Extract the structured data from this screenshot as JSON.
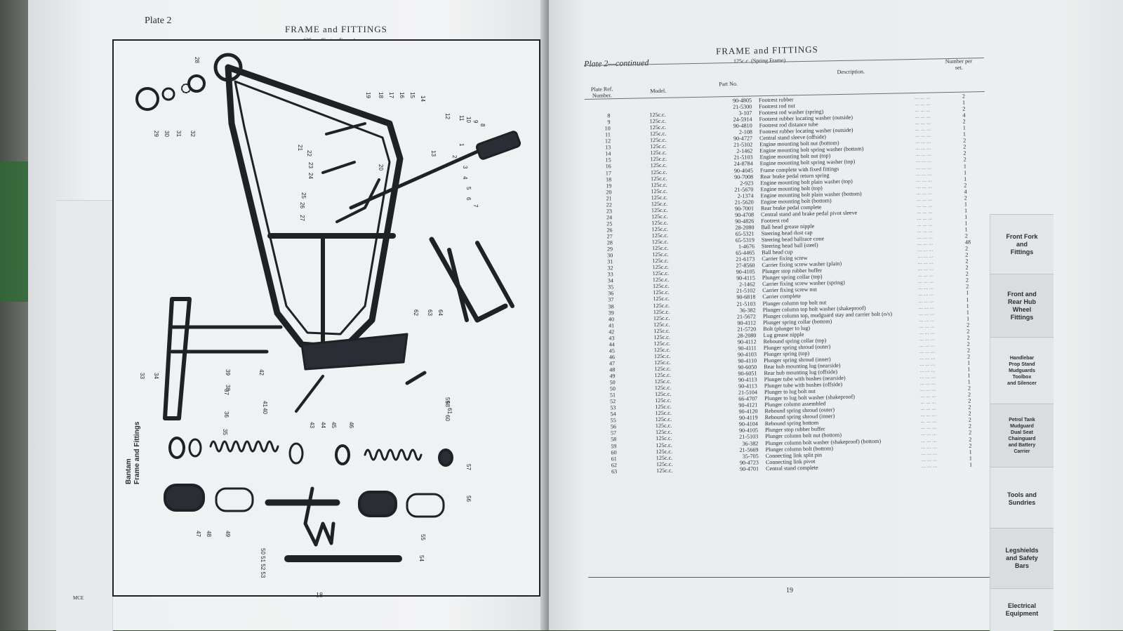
{
  "left_page": {
    "plate": "Plate 2",
    "title": "FRAME and FITTINGS",
    "subtitle": "125c.c. (Spring Frame)",
    "side_label": "Bantam\nFrame and Fittings",
    "page_number": "18",
    "stamp": "MCE",
    "callouts": [
      "1",
      "2",
      "3",
      "4",
      "5",
      "6",
      "7",
      "8",
      "9",
      "10",
      "11",
      "12",
      "13",
      "14",
      "15",
      "16",
      "17",
      "18",
      "19",
      "20",
      "21",
      "22",
      "23",
      "24",
      "25",
      "26",
      "27",
      "28",
      "29",
      "30",
      "31",
      "32",
      "33",
      "34",
      "35",
      "36",
      "37",
      "38",
      "39",
      "40",
      "41",
      "42",
      "43",
      "44",
      "45",
      "46",
      "47",
      "48",
      "49",
      "50 51 52 53",
      "54",
      "55",
      "56",
      "57",
      "58",
      "59",
      "60",
      "61",
      "62",
      "63",
      "64"
    ]
  },
  "right_page": {
    "plate": "Plate 2—continued",
    "title": "FRAME and FITTINGS",
    "subtitle": "125c.c. (Spring Frame)",
    "headers": {
      "ref": "Plate Ref. Number.",
      "model": "Model.",
      "part": "Part No.",
      "desc": "Description.",
      "num": "Number per set."
    },
    "page_number": "19",
    "rows": [
      {
        "ref": "",
        "model": "",
        "part": "90-4805",
        "desc": "Footrest rubber",
        "num": "2"
      },
      {
        "ref": "",
        "model": "",
        "part": "21-5300",
        "desc": "Footrest rod nut",
        "num": "1"
      },
      {
        "ref": "8",
        "model": "125c.c.",
        "part": "3-107",
        "desc": "Footrest rod washer (spring)",
        "num": "2"
      },
      {
        "ref": "9",
        "model": "125c.c.",
        "part": "24-5914",
        "desc": "Footrest rubber locating washer (outside)",
        "num": "4"
      },
      {
        "ref": "10",
        "model": "125c.c.",
        "part": "90-4810",
        "desc": "Footrest rod distance tube",
        "num": "2"
      },
      {
        "ref": "11",
        "model": "125c.c.",
        "part": "2-108",
        "desc": "Footrest rubber locating washer (outside)",
        "num": "1"
      },
      {
        "ref": "12",
        "model": "125c.c.",
        "part": "90-4727",
        "desc": "Central stand sleeve (offside)",
        "num": "1"
      },
      {
        "ref": "13",
        "model": "125c.c.",
        "part": "21-5102",
        "desc": "Engine mounting bolt nut (bottom)",
        "num": "2"
      },
      {
        "ref": "14",
        "model": "125c.c.",
        "part": "2-1462",
        "desc": "Engine mounting bolt spring washer (bottom)",
        "num": "2"
      },
      {
        "ref": "15",
        "model": "125c.c.",
        "part": "21-5103",
        "desc": "Engine mounting bolt nut (top)",
        "num": "2"
      },
      {
        "ref": "16",
        "model": "125c.c.",
        "part": "24-8784",
        "desc": "Engine mounting bolt spring washer (top)",
        "num": "2"
      },
      {
        "ref": "17",
        "model": "125c.c.",
        "part": "90-4045",
        "desc": "Frame complete with fixed fittings",
        "num": "1"
      },
      {
        "ref": "18",
        "model": "125c.c.",
        "part": "90-7008",
        "desc": "Rear brake pedal return spring",
        "num": "1"
      },
      {
        "ref": "19",
        "model": "125c.c.",
        "part": "2-923",
        "desc": "Engine mounting bolt plain washer (top)",
        "num": "1"
      },
      {
        "ref": "20",
        "model": "125c.c.",
        "part": "21-5670",
        "desc": "Engine mounting bolt (top)",
        "num": "2"
      },
      {
        "ref": "21",
        "model": "125c.c.",
        "part": "2-1374",
        "desc": "Engine mounting bolt plain washer (bottom)",
        "num": "4"
      },
      {
        "ref": "22",
        "model": "125c.c.",
        "part": "21-5620",
        "desc": "Engine mounting bolt (bottom)",
        "num": "2"
      },
      {
        "ref": "23",
        "model": "125c.c.",
        "part": "90-7001",
        "desc": "Rear brake pedal complete",
        "num": "1"
      },
      {
        "ref": "24",
        "model": "125c.c.",
        "part": "90-4708",
        "desc": "Central stand and brake pedal pivot sleeve",
        "num": "1"
      },
      {
        "ref": "25",
        "model": "125c.c.",
        "part": "90-4826",
        "desc": "Footrest rod",
        "num": "1"
      },
      {
        "ref": "26",
        "model": "125c.c.",
        "part": "28-2080",
        "desc": "Ball head grease nipple",
        "num": "1"
      },
      {
        "ref": "27",
        "model": "125c.c.",
        "part": "65-5321",
        "desc": "Steering head dust cap",
        "num": "1"
      },
      {
        "ref": "28",
        "model": "125c.c.",
        "part": "65-5319",
        "desc": "Steering head ballrace cone",
        "num": "2"
      },
      {
        "ref": "29",
        "model": "125c.c.",
        "part": "1-4676",
        "desc": "Steering head ball (steel)",
        "num": "48"
      },
      {
        "ref": "30",
        "model": "125c.c.",
        "part": "65-4465",
        "desc": "Ball head cup",
        "num": "2"
      },
      {
        "ref": "31",
        "model": "125c.c.",
        "part": "21-6173",
        "desc": "Carrier fixing screw",
        "num": "2"
      },
      {
        "ref": "32",
        "model": "125c.c.",
        "part": "27-8560",
        "desc": "Carrier fixing screw washer (plain)",
        "num": "2"
      },
      {
        "ref": "33",
        "model": "125c.c.",
        "part": "90-4105",
        "desc": "Plunger stop rubber buffer",
        "num": "2"
      },
      {
        "ref": "34",
        "model": "125c.c.",
        "part": "90-4115",
        "desc": "Plunger spring collar (top)",
        "num": "2"
      },
      {
        "ref": "35",
        "model": "125c.c.",
        "part": "2-1462",
        "desc": "Carrier fixing screw washer (spring)",
        "num": "2"
      },
      {
        "ref": "36",
        "model": "125c.c.",
        "part": "21-5102",
        "desc": "Carrier fixing screw nut",
        "num": "2"
      },
      {
        "ref": "37",
        "model": "125c.c.",
        "part": "90-6818",
        "desc": "Carrier complete",
        "num": "1"
      },
      {
        "ref": "38",
        "model": "125c.c.",
        "part": "21-5103",
        "desc": "Plunger column top bolt nut",
        "num": "1"
      },
      {
        "ref": "39",
        "model": "125c.c.",
        "part": "36-382",
        "desc": "Plunger column top bolt washer (shakeproof)",
        "num": "1"
      },
      {
        "ref": "40",
        "model": "125c.c.",
        "part": "21-5672",
        "desc": "Plunger column top, mudguard stay and carrier bolt (o/s)",
        "num": "1"
      },
      {
        "ref": "41",
        "model": "125c.c.",
        "part": "90-4112",
        "desc": "Plunger spring collar (bottom)",
        "num": "1"
      },
      {
        "ref": "42",
        "model": "125c.c.",
        "part": "21-5720",
        "desc": "Bolt (plunger to lug)",
        "num": "2"
      },
      {
        "ref": "43",
        "model": "125c.c.",
        "part": "28-2080",
        "desc": "Lug grease nipple",
        "num": "2"
      },
      {
        "ref": "44",
        "model": "125c.c.",
        "part": "90-4112",
        "desc": "Rebound spring collar (top)",
        "num": "2"
      },
      {
        "ref": "45",
        "model": "125c.c.",
        "part": "90-4111",
        "desc": "Plunger spring shroud (outer)",
        "num": "2"
      },
      {
        "ref": "46",
        "model": "125c.c.",
        "part": "90-4103",
        "desc": "Plunger spring (top)",
        "num": "2"
      },
      {
        "ref": "47",
        "model": "125c.c.",
        "part": "90-4110",
        "desc": "Plunger spring shroud (inner)",
        "num": "2"
      },
      {
        "ref": "48",
        "model": "125c.c.",
        "part": "90-6050",
        "desc": "Rear hub mounting lug (nearside)",
        "num": "1"
      },
      {
        "ref": "49",
        "model": "125c.c.",
        "part": "90-6051",
        "desc": "Rear hub mounting lug (offside)",
        "num": "1"
      },
      {
        "ref": "50",
        "model": "125c.c.",
        "part": "90-4113",
        "desc": "Plunger tube with bushes (nearside)",
        "num": "1"
      },
      {
        "ref": "50",
        "model": "125c.c.",
        "part": "90-4113",
        "desc": "Plunger tube with bushes (offside)",
        "num": "1"
      },
      {
        "ref": "51",
        "model": "125c.c.",
        "part": "21-5104",
        "desc": "Plunger to lug bolt nut",
        "num": "2"
      },
      {
        "ref": "52",
        "model": "125c.c.",
        "part": "66-4707",
        "desc": "Plunger to lug bolt washer (shakeproof)",
        "num": "2"
      },
      {
        "ref": "53",
        "model": "125c.c.",
        "part": "90-4121",
        "desc": "Plunger column assembled",
        "num": "2"
      },
      {
        "ref": "54",
        "model": "125c.c.",
        "part": "90-4120",
        "desc": "Rebound spring shroud (outer)",
        "num": "2"
      },
      {
        "ref": "55",
        "model": "125c.c.",
        "part": "90-4119",
        "desc": "Rebound spring shroud (inner)",
        "num": "2"
      },
      {
        "ref": "56",
        "model": "125c.c.",
        "part": "90-4104",
        "desc": "Rebound spring bottom",
        "num": "2"
      },
      {
        "ref": "57",
        "model": "125c.c.",
        "part": "90-4105",
        "desc": "Plunger stop rubber buffer",
        "num": "2"
      },
      {
        "ref": "58",
        "model": "125c.c.",
        "part": "21-5103",
        "desc": "Plunger column bolt nut (bottom)",
        "num": "2"
      },
      {
        "ref": "59",
        "model": "125c.c.",
        "part": "36-382",
        "desc": "Plunger column bolt washer (shakeproof) (bottom)",
        "num": "2"
      },
      {
        "ref": "60",
        "model": "125c.c.",
        "part": "21-5669",
        "desc": "Plunger column bolt (bottom)",
        "num": "2"
      },
      {
        "ref": "61",
        "model": "125c.c.",
        "part": "35-705",
        "desc": "Connecting link split pin",
        "num": "1"
      },
      {
        "ref": "62",
        "model": "125c.c.",
        "part": "90-4723",
        "desc": "Connecting link pivot",
        "num": "1"
      },
      {
        "ref": "63",
        "model": "125c.c.",
        "part": "90-4701",
        "desc": "Central stand complete",
        "num": "1"
      }
    ]
  },
  "tabs": [
    {
      "label": "Front Fork\nand\nFittings"
    },
    {
      "label": "Front and\nRear Hub\nWheel\nFittings"
    },
    {
      "label": "Handlebar\nProp Stand\nMudguards\nToolbox\nand Silencer"
    },
    {
      "label": "Petrol Tank\nMudguard\nDual Seat\nChainguard\nand Battery\nCarrier"
    },
    {
      "label": "Tools and\nSundries"
    },
    {
      "label": "Legshields\nand Safety\nBars"
    },
    {
      "label": "Electrical\nEquipment"
    }
  ],
  "colors": {
    "ink": "#1e2126",
    "paper": "#eef0f1",
    "felt": "#2f4a2a"
  }
}
